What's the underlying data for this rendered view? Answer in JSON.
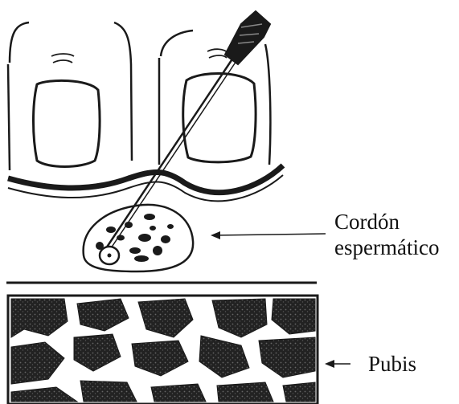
{
  "labels": {
    "cord_line1": "Cordón",
    "cord_line2": "espermático",
    "pubis": "Pubis"
  },
  "colors": {
    "ink": "#1a1a1a",
    "bone": "#2b2b2b",
    "background": "#ffffff"
  }
}
